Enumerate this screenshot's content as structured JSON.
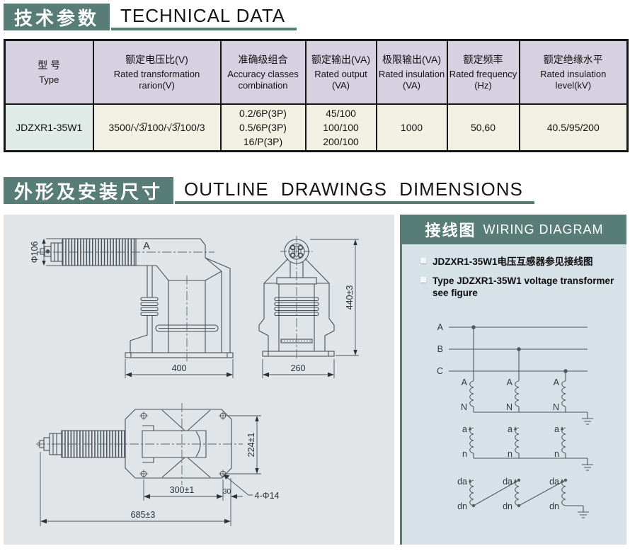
{
  "accent_color": "#587d76",
  "section1": {
    "zh": "技术参数",
    "en": "TECHNICAL DATA"
  },
  "table": {
    "headers": [
      {
        "zh": "型 号",
        "en": "Type"
      },
      {
        "zh": "额定电压比(V)",
        "en": "Rated transformation rarion(V)"
      },
      {
        "zh": "准确级组合",
        "en": "Accuracy classes combination"
      },
      {
        "zh": "额定输出(VA)",
        "en": "Rated output (VA)"
      },
      {
        "zh": "极限输出(VA)",
        "en": "Rated insulation (VA)"
      },
      {
        "zh": "额定频率",
        "en": "Rated frequency (Hz)"
      },
      {
        "zh": "额定绝缘水平",
        "en": "Rated insulation level(kV)"
      }
    ],
    "row": {
      "type": "JDZXR1-35W1",
      "ratio": "3500/√3̅/100/√3̅/100/3",
      "accuracy": [
        "0.2/6P(3P)",
        "0.5/6P(3P)",
        "16/P(3P)"
      ],
      "output": [
        "45/100",
        "100/100",
        "200/100"
      ],
      "limit_output": "1000",
      "frequency": "50,60",
      "insulation_level": "40.5/95/200"
    }
  },
  "section2": {
    "zh": "外形及安装尺寸",
    "en": "OUTLINE DRAWINGS DIMENSIONS"
  },
  "drawings": {
    "dims": {
      "phi106": "Φ106",
      "label_a": "A",
      "d400": "400",
      "d260": "260",
      "d440": "440±3",
      "d224": "224±1",
      "d300": "300±1",
      "d30": "30",
      "holes": "4-Φ14",
      "d685": "685±3"
    }
  },
  "wiring": {
    "zh": "接线图",
    "en": "WIRING DIAGRAM",
    "notes": [
      "JDZXR1-35W1电压互感器参见接线图",
      "Type JDZXR1-35W1 voltage transformer see figure"
    ],
    "bus": [
      "A",
      "B",
      "C"
    ],
    "primary": {
      "top": "A",
      "bottom": "N"
    },
    "secondary": {
      "top": "a",
      "bottom": "n"
    },
    "tertiary": {
      "top": "da",
      "bottom": "dn"
    }
  }
}
